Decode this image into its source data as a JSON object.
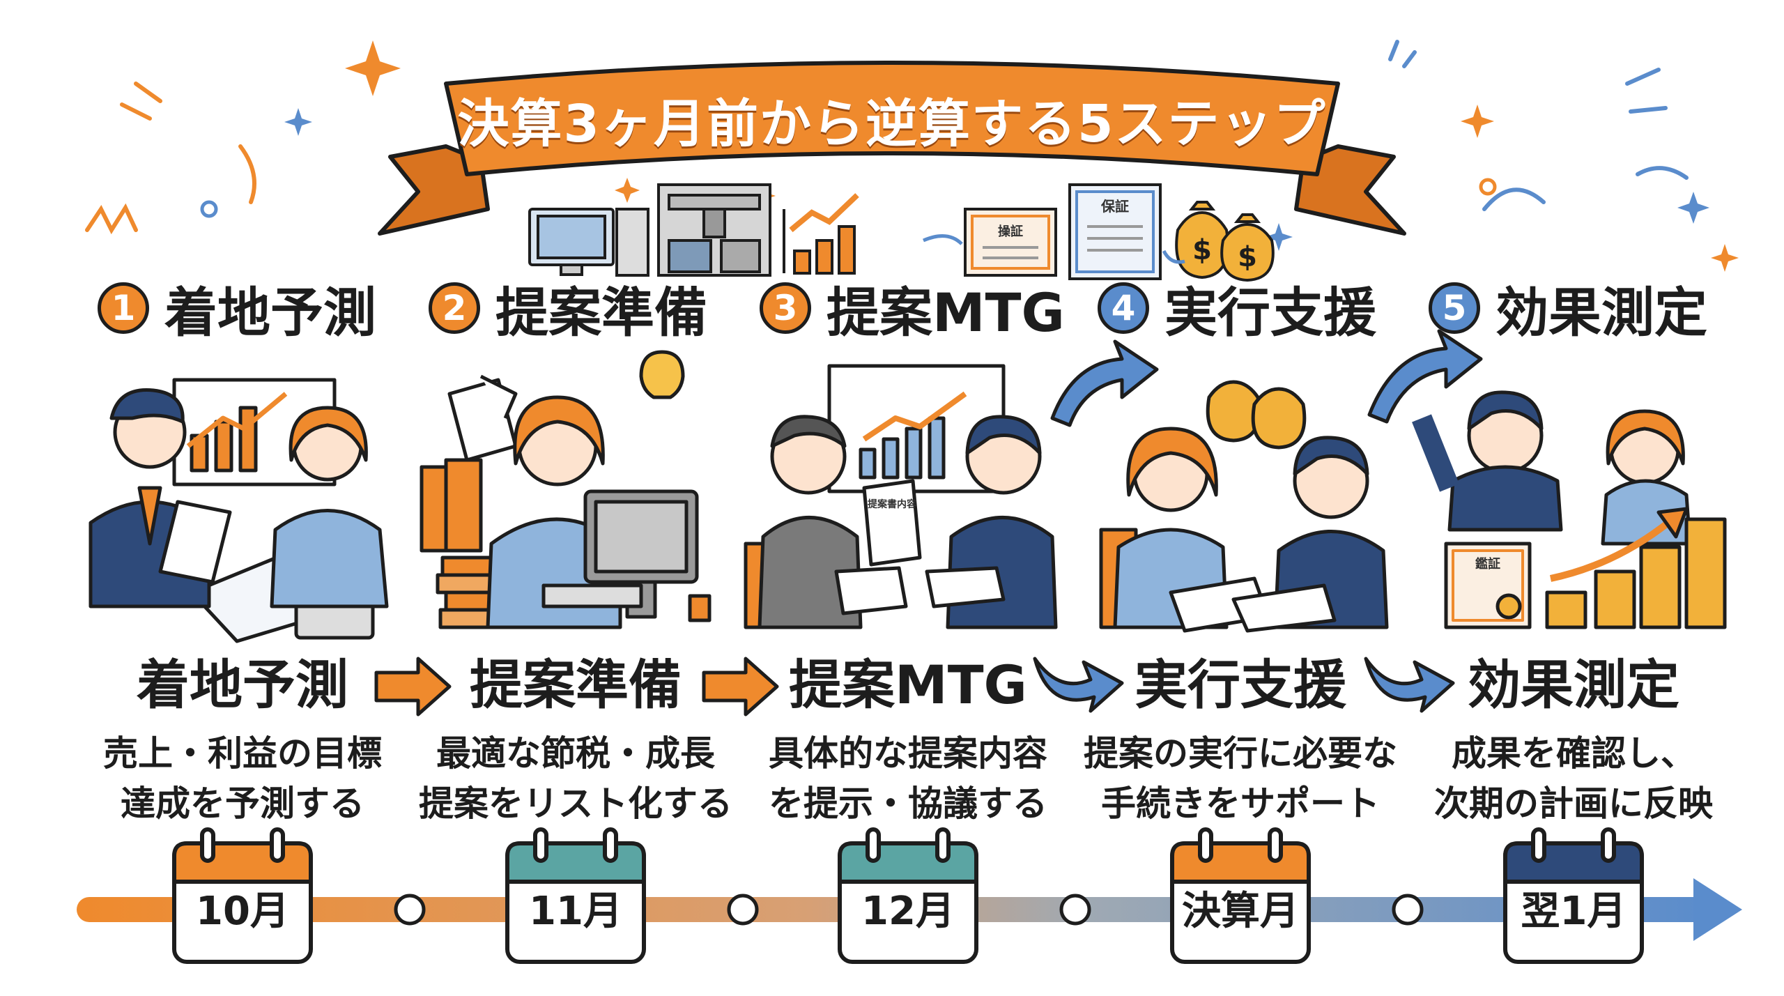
{
  "title": "決算3ヶ月前から逆算する5ステップ",
  "colors": {
    "orange": "#ef8a2d",
    "blue": "#5a8ccc",
    "teal": "#5ba5a3",
    "navy": "#2e4a7a",
    "outline": "#1d1d1d"
  },
  "steps": [
    {
      "number": "1",
      "heading": "着地予測",
      "title": "着地予測",
      "desc_line1": "売上・利益の目標",
      "desc_line2": "達成を予測する",
      "month": "10月",
      "number_color": "orange",
      "calendar_color": "orange",
      "icon": "growth-chart-icon"
    },
    {
      "number": "2",
      "heading": "提案準備",
      "title": "提案準備",
      "desc_line1": "最適な節税・成長",
      "desc_line2": "提案をリスト化する",
      "month": "11月",
      "number_color": "orange",
      "calendar_color": "teal",
      "icon": "computer-machine-icon"
    },
    {
      "number": "3",
      "heading": "提案MTG",
      "title": "提案MTG",
      "desc_line1": "具体的な提案内容",
      "desc_line2": "を提示・協議する",
      "month": "12月",
      "number_color": "orange",
      "calendar_color": "teal",
      "icon": "presentation-chart-icon",
      "doc_label": "提案書内容"
    },
    {
      "number": "4",
      "heading": "実行支援",
      "title": "実行支援",
      "desc_line1": "提案の実行に必要な",
      "desc_line2": "手続きをサポート",
      "month": "決算月",
      "number_color": "blue",
      "calendar_color": "orange",
      "icon": "certificate-icon",
      "cert_label1": "操証",
      "cert_label2": "保証"
    },
    {
      "number": "5",
      "heading": "効果測定",
      "title": "効果測定",
      "desc_line1": "成果を確認し、",
      "desc_line2": "次期の計画に反映",
      "month": "翌1月",
      "number_color": "blue",
      "calendar_color": "navy",
      "icon": "coin-stack-icon",
      "cert_label": "鑑証"
    }
  ],
  "money_symbol": "$"
}
